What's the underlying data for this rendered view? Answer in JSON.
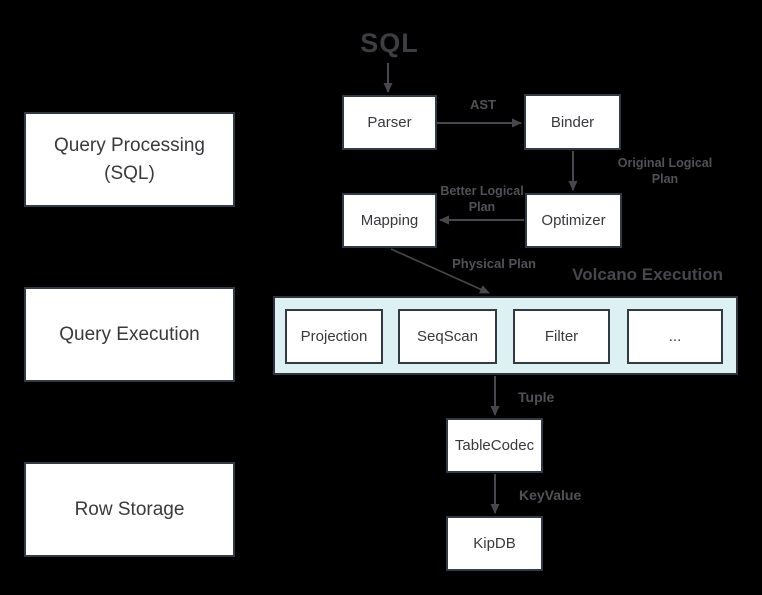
{
  "colors": {
    "background": "#000000",
    "node_fill": "#ffffff",
    "node_border": "#323a45",
    "node_text": "#38383d",
    "arrow": "#47474d",
    "edge_label_text": "#515157",
    "volcano_fill": "#ddf1f2",
    "volcano_title_text": "#47474c"
  },
  "title": "SQL",
  "stages": [
    {
      "label": "Query Processing (SQL)"
    },
    {
      "label": "Query Execution"
    },
    {
      "label": "Row Storage"
    }
  ],
  "nodes": {
    "parser": "Parser",
    "binder": "Binder",
    "optimizer": "Optimizer",
    "mapping": "Mapping",
    "table_codec": "TableCodec",
    "kipdb": "KipDB"
  },
  "volcano": {
    "title": "Volcano Execution",
    "operators": [
      "Projection",
      "SeqScan",
      "Filter",
      "..."
    ]
  },
  "edges": {
    "ast": "AST",
    "original_logical_plan": "Original Logical Plan",
    "better_logical_plan": "Better Logical Plan",
    "physical_plan": "Physical Plan",
    "tuple": "Tuple",
    "key_value": "KeyValue"
  }
}
